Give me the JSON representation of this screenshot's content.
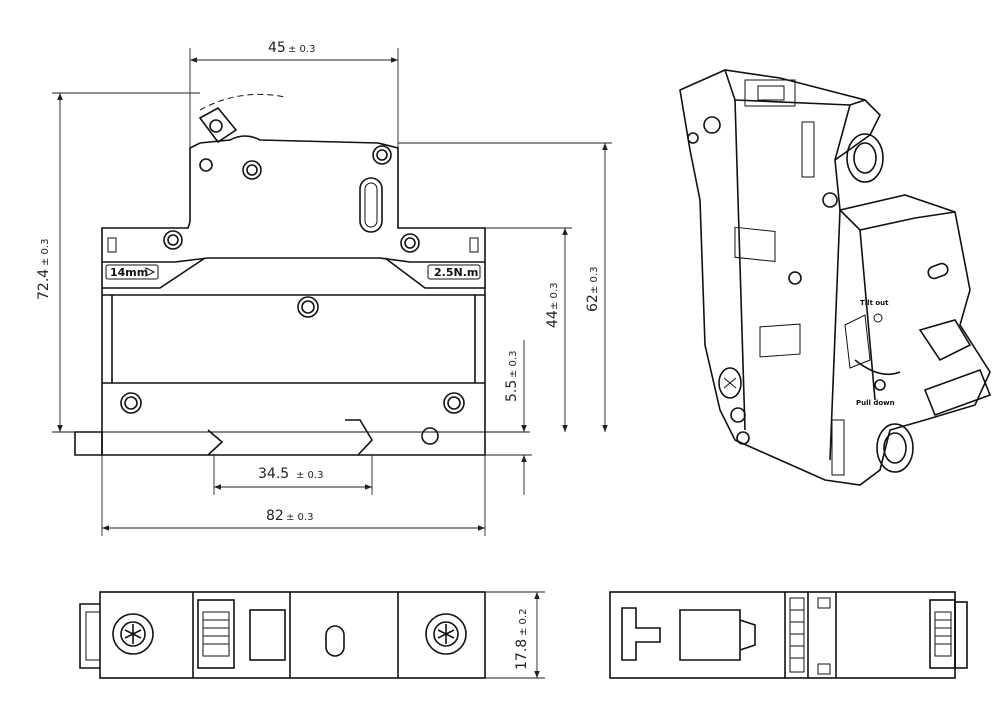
{
  "dimensions": [
    {
      "id": "d45",
      "value": "45",
      "tol": "± 0.3"
    },
    {
      "id": "d72",
      "value": "72.4",
      "tol": "± 0.3"
    },
    {
      "id": "d44",
      "value": "44",
      "tol": "± 0.3"
    },
    {
      "id": "d62",
      "value": "62",
      "tol": "± 0.3"
    },
    {
      "id": "d55",
      "value": "5.5",
      "tol": "± 0.3"
    },
    {
      "id": "d345",
      "value": "34.5",
      "tol": "± 0.3"
    },
    {
      "id": "d82",
      "value": "82",
      "tol": "± 0.3"
    },
    {
      "id": "d178",
      "value": "17.8",
      "tol": "± 0.2"
    }
  ],
  "labels": {
    "strip_length": "14mm",
    "torque": "2.5N.m",
    "tilt_out": "Tilt out",
    "pull_down": "Pull down"
  }
}
